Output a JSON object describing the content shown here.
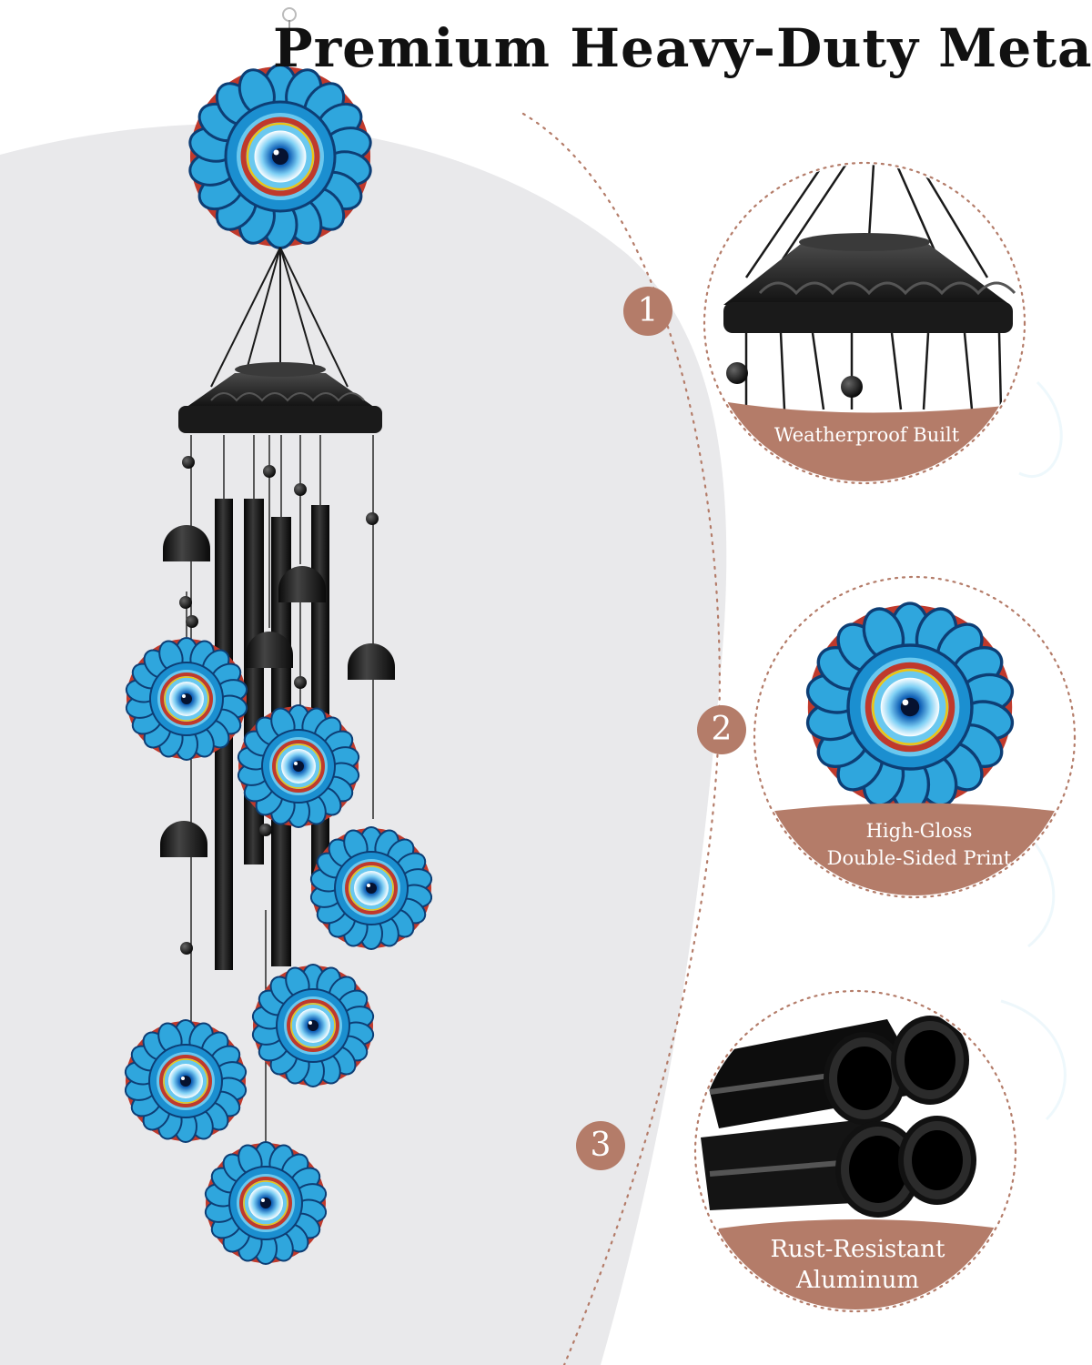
{
  "headline": "Premium Heavy-Duty Metal",
  "colors": {
    "accent": "#b47c69",
    "panel": "#e9e9eb",
    "metal": "#1a1a1a",
    "petal_blue": "#2fa6dd",
    "eye_blue": "#0f5fb5"
  },
  "features": [
    {
      "number": "1",
      "caption_lines": [
        "Weatherproof Built"
      ]
    },
    {
      "number": "2",
      "caption_lines": [
        "High-Gloss",
        "Double-Sided Print"
      ]
    },
    {
      "number": "3",
      "caption_lines": [
        "Rust-Resistant",
        "Aluminum"
      ]
    }
  ]
}
